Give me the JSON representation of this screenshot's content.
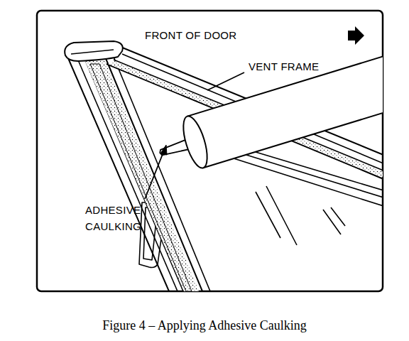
{
  "diagram": {
    "caption": "Figure 4 – Applying Adhesive Caulking",
    "labels": [
      "FRONT OF DOOR",
      "VENT FRAME",
      "ADHESIVE CAULKING"
    ]
  }
}
